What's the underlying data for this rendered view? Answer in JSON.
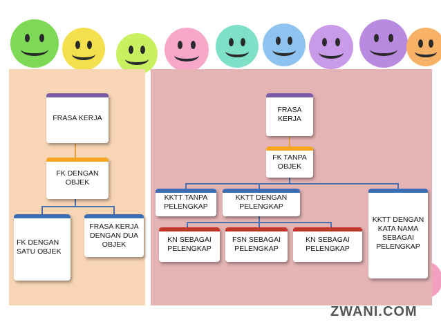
{
  "left_tree": {
    "root": "FRASA KERJA",
    "level1": "FK DENGAN OBJEK",
    "leaf_a": "FK DENGAN SATU OBJEK",
    "leaf_b": "FRASA KERJA DENGAN DUA OBJEK"
  },
  "right_tree": {
    "root": "FRASA KERJA",
    "level1": "FK TANPA OBJEK",
    "branch_a": "KKTT TANPA PELENGKAP",
    "branch_b": "KKTT DENGAN PELENGKAP",
    "branch_c": "KKTT DENGAN KATA NAMA SEBAGAI PELENGKAP",
    "sub_a": "KN SEBAGAI PELENGKAP",
    "sub_b": "FSN SEBAGAI PELENGKAP",
    "sub_c": "KN SEBAGAI PELENGKAP"
  },
  "watermark": "ZWANI.COM",
  "colors": {
    "left_panel": "#f8d5b5",
    "right_panel": "#e4b4b5",
    "accent_purple": "#7b5aa6",
    "accent_orange": "#f5a623",
    "accent_blue": "#3d6db5",
    "accent_red": "#c0392b"
  }
}
